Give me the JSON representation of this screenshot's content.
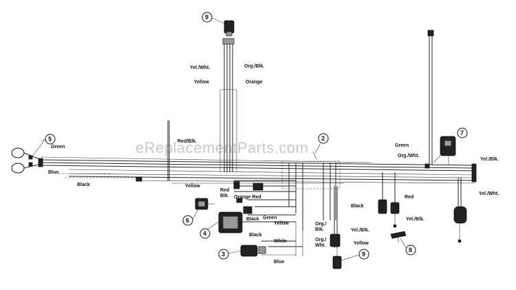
{
  "watermark": "eReplacementParts.com",
  "callouts": [
    "9",
    "5",
    "2",
    "7",
    "6",
    "4",
    "3",
    "9",
    "8"
  ],
  "wire_labels": {
    "yel_wht_top": "Yel./Wht.",
    "org_blk_top": "Org./Blk.",
    "yellow_top": "Yellow",
    "orange_top": "Orange",
    "green_left": "Green",
    "blue_left": "Blue",
    "black_left": "Black",
    "red_blk": "Red/Blk.",
    "yellow_mid": "Yellow",
    "red": "Red",
    "blk": "Blk.",
    "orange_red": "Orange Red",
    "black_mid": "Black",
    "green_mid": "Green",
    "yellow_mid2": "Yellow",
    "black_low": "Black",
    "white": "White",
    "blue_low": "Blue",
    "org_blk_low": "Org./\nBlk.",
    "org_wht_low": "Org./\nWht.",
    "yel_blk_low": "Yel./Blk.",
    "yellow_low": "Yellow",
    "green_right": "Green",
    "org_wht_right": "Org./Wht.",
    "yel_blk_right": "Yel./Blk.",
    "yel_wht_right": "Yel./Wht.",
    "black_right": "Black",
    "red_right": "Red",
    "yel_blk_right2": "Yel./Blk."
  }
}
